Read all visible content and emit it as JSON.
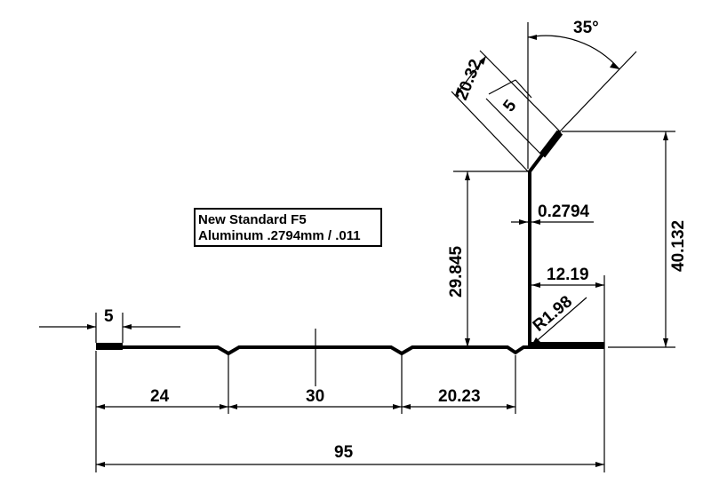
{
  "title_box": {
    "line1": "New Standard F5",
    "line2": "Aluminum .2794mm / .011"
  },
  "dimensions": {
    "angle": "35°",
    "leg_length": "20.32",
    "leg_hem": "5",
    "thickness": "0.2794",
    "height_to_bend": "29.845",
    "total_height": "40.132",
    "bottom_flange": "12.19",
    "radius": "R1.98",
    "left_hem": "5",
    "segment_1": "24",
    "segment_2": "30",
    "segment_3": "20.23",
    "overall_width": "95"
  },
  "colors": {
    "ink": "#000000",
    "paper": "#ffffff"
  }
}
